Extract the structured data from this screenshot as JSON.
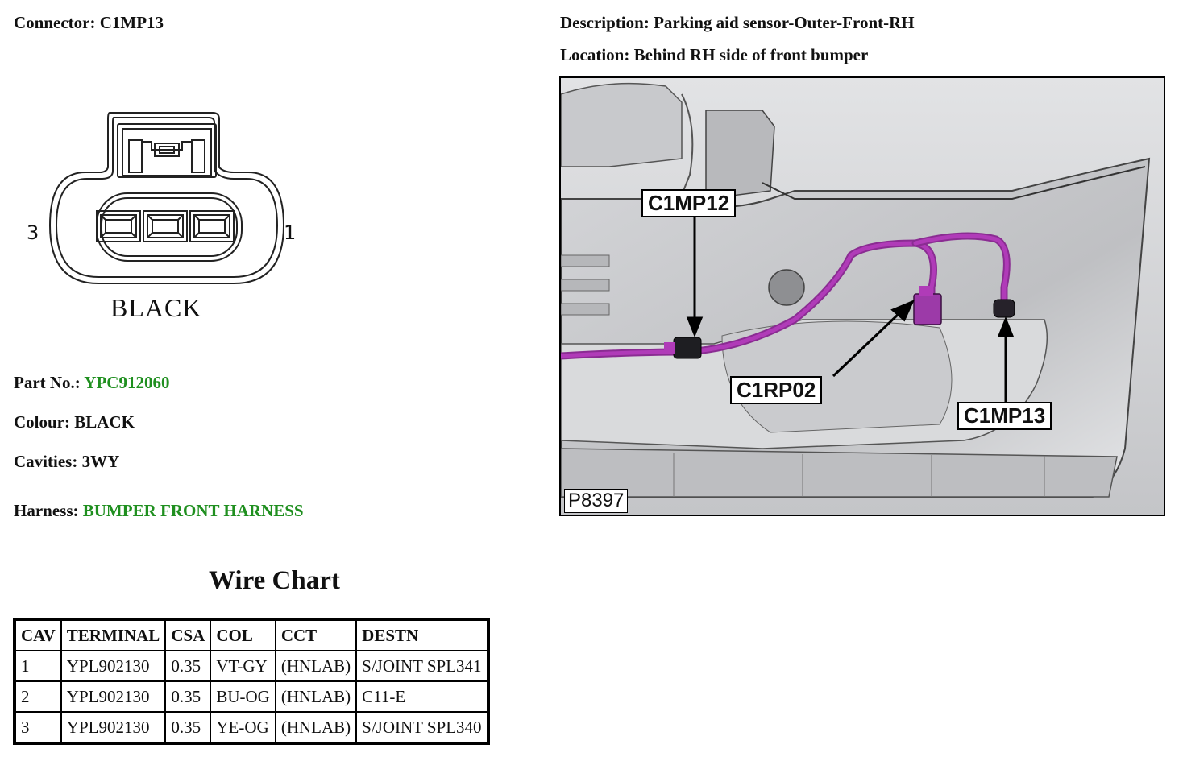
{
  "connector": {
    "label": "Connector:",
    "value": "C1MP13"
  },
  "description": {
    "label": "Description:",
    "value": "Parking aid sensor-Outer-Front-RH"
  },
  "location": {
    "label": "Location:",
    "value": "Behind RH side of front bumper"
  },
  "diagram": {
    "cavity_left": "3",
    "cavity_right": "1",
    "colour_caption": "BLACK"
  },
  "part_no": {
    "label": "Part No.:",
    "value": "YPC912060"
  },
  "colour": {
    "label": "Colour:",
    "value": "BLACK"
  },
  "cavities": {
    "label": "Cavities:",
    "value": "3WY"
  },
  "harness": {
    "label": "Harness:",
    "value": "BUMPER FRONT HARNESS"
  },
  "wire_chart": {
    "title": "Wire Chart",
    "headers": [
      "CAV",
      "TERMINAL",
      "CSA",
      "COL",
      "CCT",
      "DESTN"
    ],
    "rows": [
      [
        "1",
        "YPL902130",
        "0.35",
        "VT-GY",
        "(HNLAB)",
        "S/JOINT SPL341"
      ],
      [
        "2",
        "YPL902130",
        "0.35",
        "BU-OG",
        "(HNLAB)",
        "C11-E"
      ],
      [
        "3",
        "YPL902130",
        "0.35",
        "YE-OG",
        "(HNLAB)",
        "S/JOINT SPL340"
      ]
    ]
  },
  "photo": {
    "reference": "P8397",
    "callouts": {
      "c1mp12": "C1MP12",
      "c1rp02": "C1RP02",
      "c1mp13": "C1MP13"
    }
  },
  "colors": {
    "link_green": "#1f8f1f",
    "harness_purple": "#b03bb8"
  }
}
